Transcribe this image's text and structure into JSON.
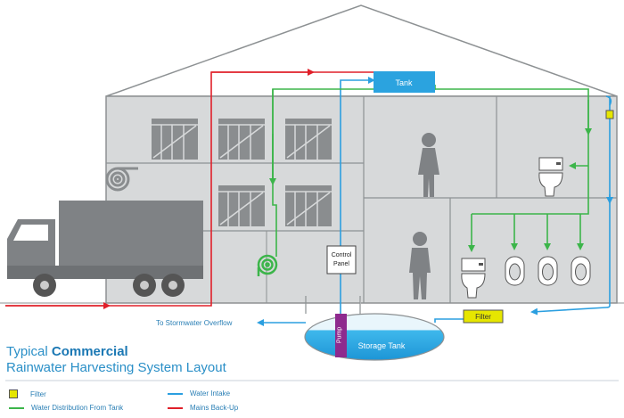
{
  "labels": {
    "tank": "Tank",
    "control_panel": [
      "Control",
      "Panel"
    ],
    "pump": "Pump",
    "storage_tank": "Storage Tank",
    "filter": "Filter",
    "stormwater": "To Stormwater Overflow"
  },
  "title": {
    "light": "Typical",
    "bold": "Commercial",
    "line2": "Rainwater Harvesting System Layout"
  },
  "legend": [
    {
      "label": "Filter",
      "kind": "box",
      "color": "#e6e600"
    },
    {
      "label": "Water Distribution From Tank",
      "kind": "line",
      "color": "#3cb54a"
    },
    {
      "label": "Water Intake",
      "kind": "line",
      "color": "#2b9fe0"
    },
    {
      "label": "Mains Back-Up",
      "kind": "line",
      "color": "#e0202a"
    }
  ],
  "colors": {
    "building": "#d7d9da",
    "outline": "#8d9193",
    "water_blue": "#2b9fe0",
    "green": "#3cb54a",
    "red": "#e0202a",
    "pump": "#8e2a8e",
    "filter": "#e6e600",
    "title": "#2a8fc7"
  }
}
